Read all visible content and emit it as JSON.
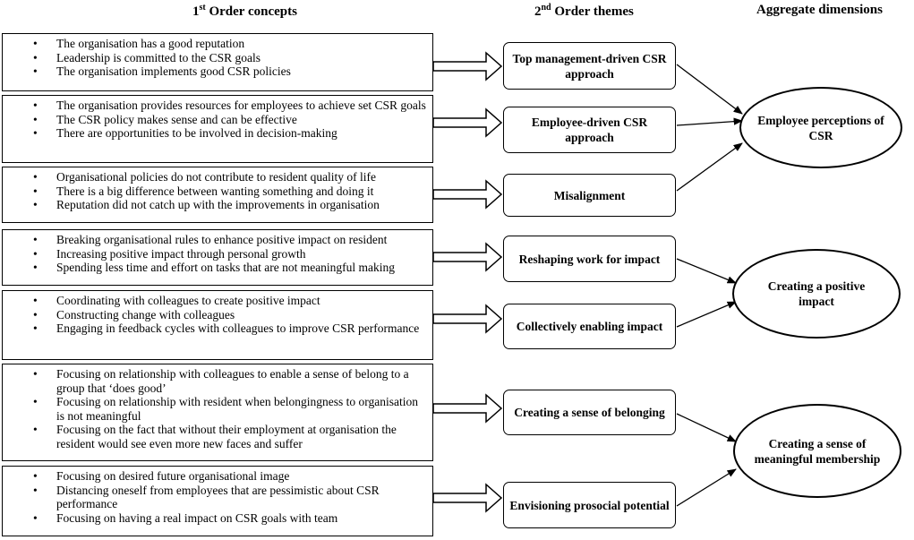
{
  "headers": {
    "col1_prefix": "1",
    "col1_sup": "st",
    "col1_rest": " Order concepts",
    "col2_prefix": "2",
    "col2_sup": "nd",
    "col2_rest": " Order themes",
    "col3": "Aggregate dimensions"
  },
  "concepts": [
    {
      "items": [
        "The organisation has a good reputation",
        "Leadership is committed to the CSR goals",
        "The organisation implements good CSR policies"
      ]
    },
    {
      "items": [
        "The organisation provides resources for employees to achieve set CSR goals",
        "The CSR policy makes sense and can be effective",
        "There are opportunities to be involved in decision-making"
      ]
    },
    {
      "items": [
        "Organisational policies do not contribute to resident quality of life",
        "There is a big difference between wanting something and doing it",
        "Reputation did not catch up with the improvements in organisation"
      ]
    },
    {
      "items": [
        "Breaking organisational rules to enhance positive impact on resident",
        "Increasing positive impact through personal growth",
        "Spending less time and effort on tasks that are not meaningful making"
      ]
    },
    {
      "items": [
        "Coordinating with colleagues to create positive impact",
        "Constructing change with colleagues",
        "Engaging in feedback cycles with colleagues to improve CSR performance"
      ]
    },
    {
      "items": [
        "Focusing on relationship with colleagues to enable a sense of belong to a group that ‘does good’",
        "Focusing on relationship with resident when belongingness to organisation is not meaningful",
        "Focusing on the fact that without their employment at organisation the resident would see even more new faces and suffer"
      ]
    },
    {
      "items": [
        "Focusing on desired future organisational image",
        "Distancing oneself from employees that are pessimistic about CSR performance",
        "Focusing on having a real impact on CSR goals with team"
      ]
    }
  ],
  "themes": [
    "Top management-driven CSR approach",
    "Employee-driven CSR approach",
    "Misalignment",
    "Reshaping work for impact",
    "Collectively enabling impact",
    "Creating a sense of belonging",
    "Envisioning prosocial potential"
  ],
  "dimensions": [
    "Employee perceptions of CSR",
    "Creating a positive impact",
    "Creating a sense of meaningful membership"
  ]
}
